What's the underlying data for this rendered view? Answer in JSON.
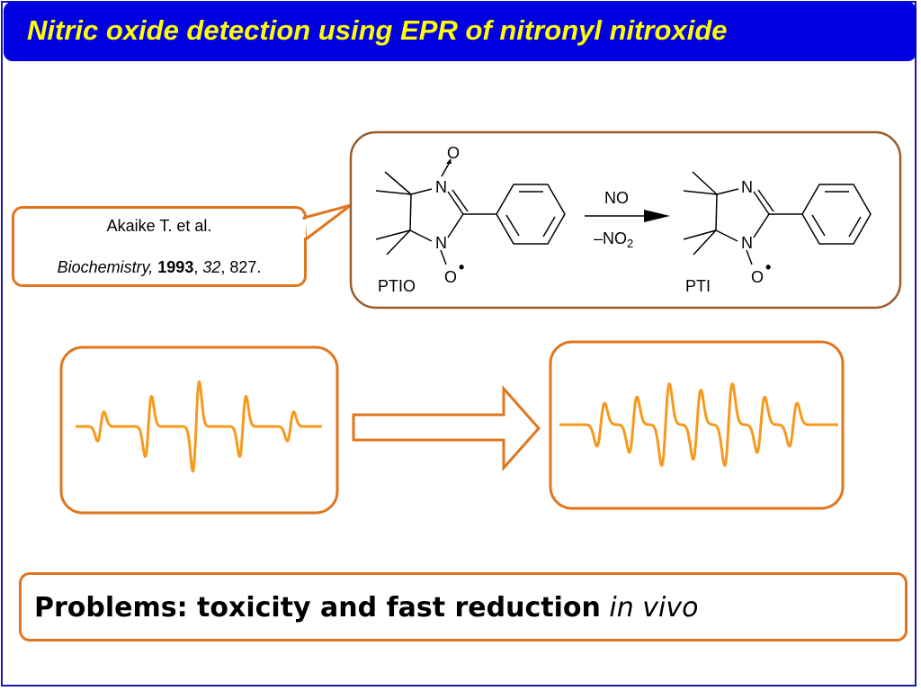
{
  "slide": {
    "title": "Nitric oxide detection using EPR of nitronyl nitroxide"
  },
  "reference": {
    "authors": "Akaike T. et al.",
    "journal": "Biochemistry,",
    "year": "1993",
    "volume": "32",
    "page": "827."
  },
  "scheme": {
    "reactant": {
      "name": "PTIO",
      "atoms": [
        "O",
        "N",
        "N",
        "O"
      ]
    },
    "product": {
      "name": "PTI",
      "atoms": [
        "N",
        "N",
        "O"
      ]
    },
    "reagent_above": "NO",
    "reagent_below": "–NO",
    "reagent_below_subscript": "2",
    "radical_dot": "•"
  },
  "spectra": {
    "left_label": "",
    "right_label": ""
  },
  "problems": {
    "bold_text": "Problems: toxicity and fast reduction",
    "italic_text": "in vivo"
  },
  "colors": {
    "title_bar": "#0000e0",
    "title_text": "#ffff00",
    "accent": "#e0761e",
    "spectrum_line": "#f59a1e",
    "scheme_border": "#9c5a28"
  }
}
